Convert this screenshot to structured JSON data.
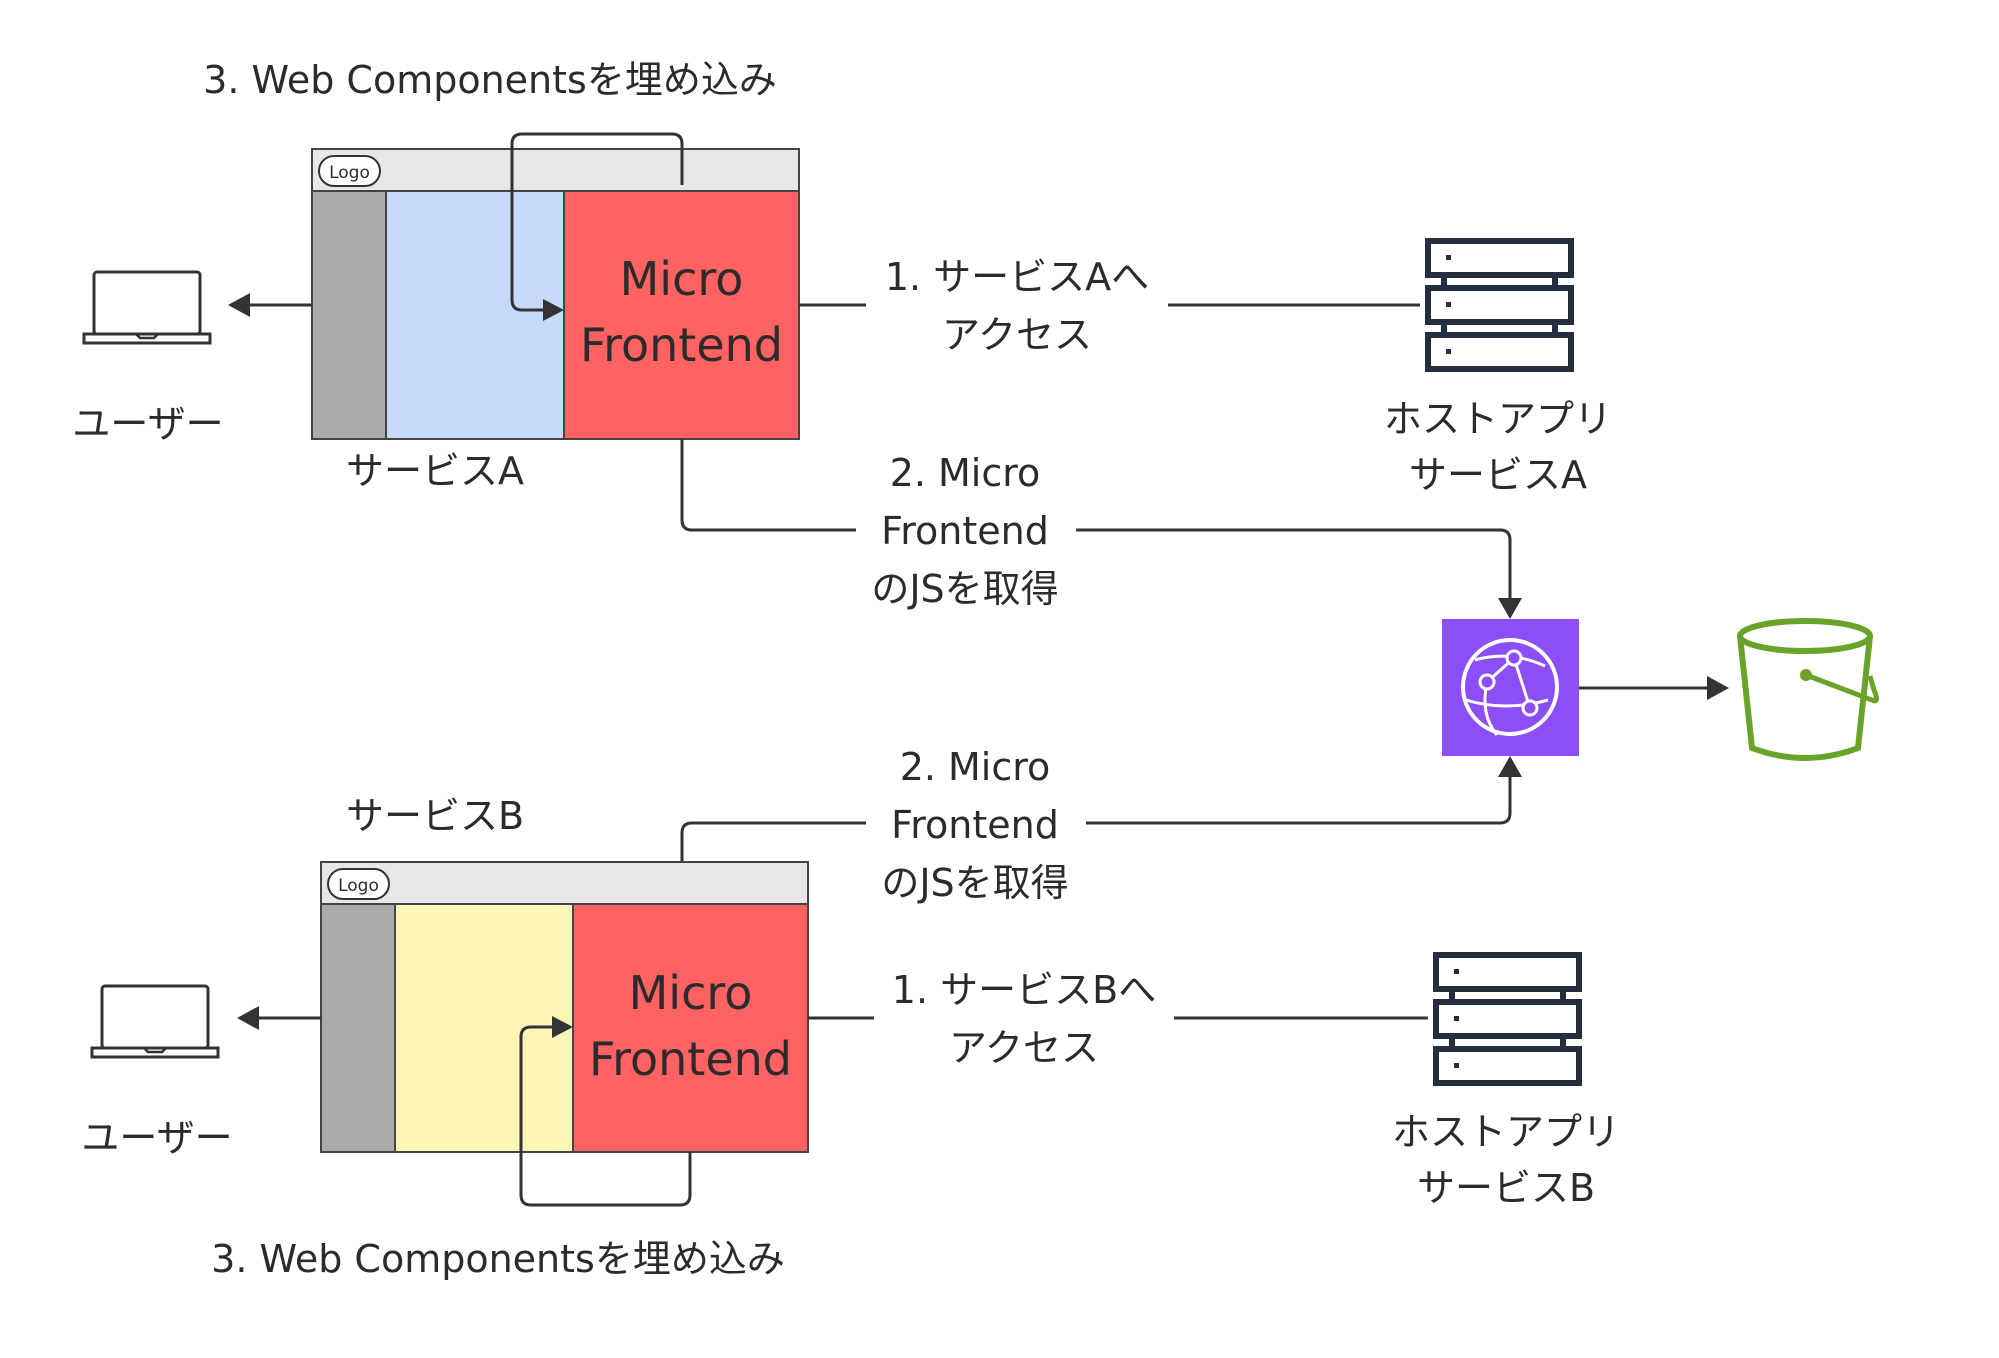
{
  "service_a": {
    "window_logo": "Logo",
    "micro_line1": "Micro",
    "micro_line2": "Frontend",
    "name_label": "サービスA",
    "user_label": "ユーザー",
    "embed_label": "3. Web Componentsを埋め込み",
    "access_line1": "1. サービスAへ",
    "access_line2": "アクセス",
    "fetch_line1": "2. Micro",
    "fetch_line2": "Frontend",
    "fetch_line3": "のJSを取得",
    "host_line1": "ホストアプリ",
    "host_line2": "サービスA",
    "content_color": "#c6dbfb"
  },
  "service_b": {
    "window_logo": "Logo",
    "micro_line1": "Micro",
    "micro_line2": "Frontend",
    "name_label": "サービスB",
    "user_label": "ユーザー",
    "embed_label": "3. Web Componentsを埋め込み",
    "access_line1": "1. サービスBへ",
    "access_line2": "アクセス",
    "fetch_line1": "2. Micro",
    "fetch_line2": "Frontend",
    "fetch_line3": "のJSを取得",
    "host_line1": "ホストアプリ",
    "host_line2": "サービスB",
    "content_color": "#fef5b9"
  },
  "colors": {
    "micro_frontend": "#fe6262",
    "sidebar": "#ababab",
    "titlebar": "#e7e7e7",
    "cloudfront": "#8c4ff7",
    "s3_bucket": "#6aa32a",
    "line": "#333333",
    "server": "#232f3e"
  },
  "icons": {
    "laptop": "laptop-icon",
    "server": "server-icon",
    "cdn": "cloudfront-icon",
    "bucket": "s3-bucket-icon"
  }
}
